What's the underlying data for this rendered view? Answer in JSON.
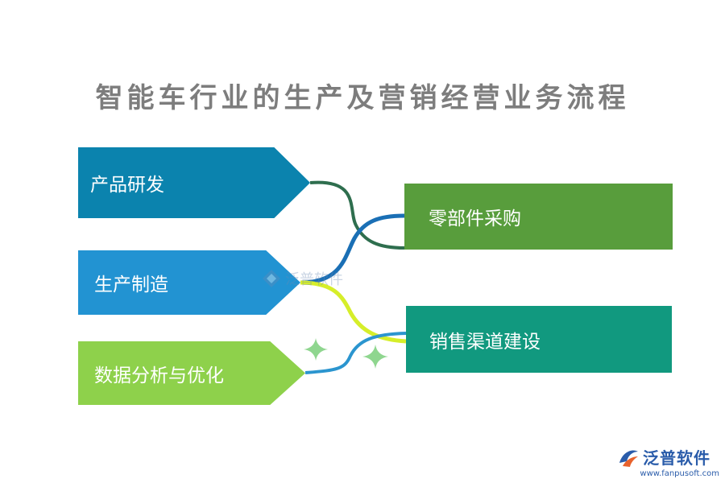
{
  "title": "智能车行业的生产及营销经营业务流程",
  "left_items": [
    {
      "label": "产品研发",
      "color": "#0b83ae"
    },
    {
      "label": "生产制造",
      "color": "#2293d2"
    },
    {
      "label": "数据分析与优化",
      "color": "#8ed14b"
    }
  ],
  "right_items": [
    {
      "label": "零部件采购",
      "color": "#589d3c"
    },
    {
      "label": "销售渠道建设",
      "color": "#11997f"
    }
  ],
  "connector_colors": {
    "dark_green": "#2e6e4e",
    "blue": "#1a6fb5",
    "yellow_green": "#d6ee2a",
    "light_blue": "#2b95cf",
    "sparkle": "#8fd68f"
  },
  "watermark": {
    "text": "泛普软件"
  },
  "brand": {
    "name": "泛普软件",
    "url": "www.fanpusoft.com"
  }
}
